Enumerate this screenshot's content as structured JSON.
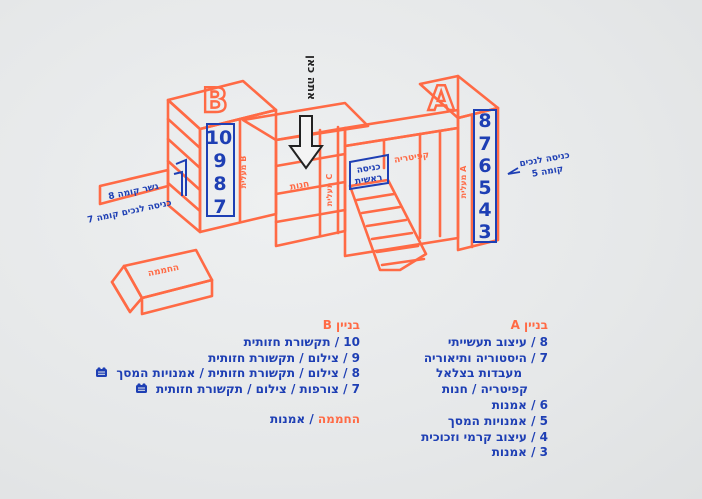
{
  "diagram": {
    "building_b_letter": "B",
    "building_a_letter": "A",
    "b_floor_numbers": [
      "10",
      "9",
      "8",
      "7"
    ],
    "a_floor_numbers": [
      "8",
      "7",
      "6",
      "5",
      "4",
      "3"
    ],
    "you_are_here": "אתה כאן",
    "stairs_b": "מעלית B",
    "stairs_c": "מעלית C",
    "stairs_a": "מעלית A",
    "shop_label": "חנות",
    "cafeteria_label": "קפיטריה",
    "main_entrance": [
      "כניסה",
      "ראשית"
    ],
    "bridge_b8": "גשר קומה 8",
    "entrance_b7": "כניסה לנכים קומה 7",
    "entrance_a5": [
      "כניסה לנכים",
      "קומה 5"
    ],
    "hamama_label": "החממה"
  },
  "legend_a": {
    "title": "בניין A",
    "rows": [
      "8 / עיצוב תעשייתי",
      "7 / היסטוריה ותיאוריה",
      "מעבדות בצלאל",
      "קפיטריה / חנות",
      "6 / אמנות",
      "5 / אמנויות המסך",
      "4 / עיצוב קרמי וזכוכית",
      "3 / אמנות"
    ]
  },
  "legend_b": {
    "title": "בניין B",
    "rows": [
      "10 / תקשורת חזותית",
      "9 / צילום / תקשורת חזותית",
      "8 / צילום / תקשורת חזותית / אמנויות המסך",
      "7 / צורפות / צילום / תקשורת חזותית"
    ],
    "hamama_name": "החממה",
    "hamama_dept": " / אמנות"
  },
  "colors": {
    "orange": "#ff6a45",
    "blue": "#1e3fb4",
    "wall": "#e7e9ea"
  }
}
